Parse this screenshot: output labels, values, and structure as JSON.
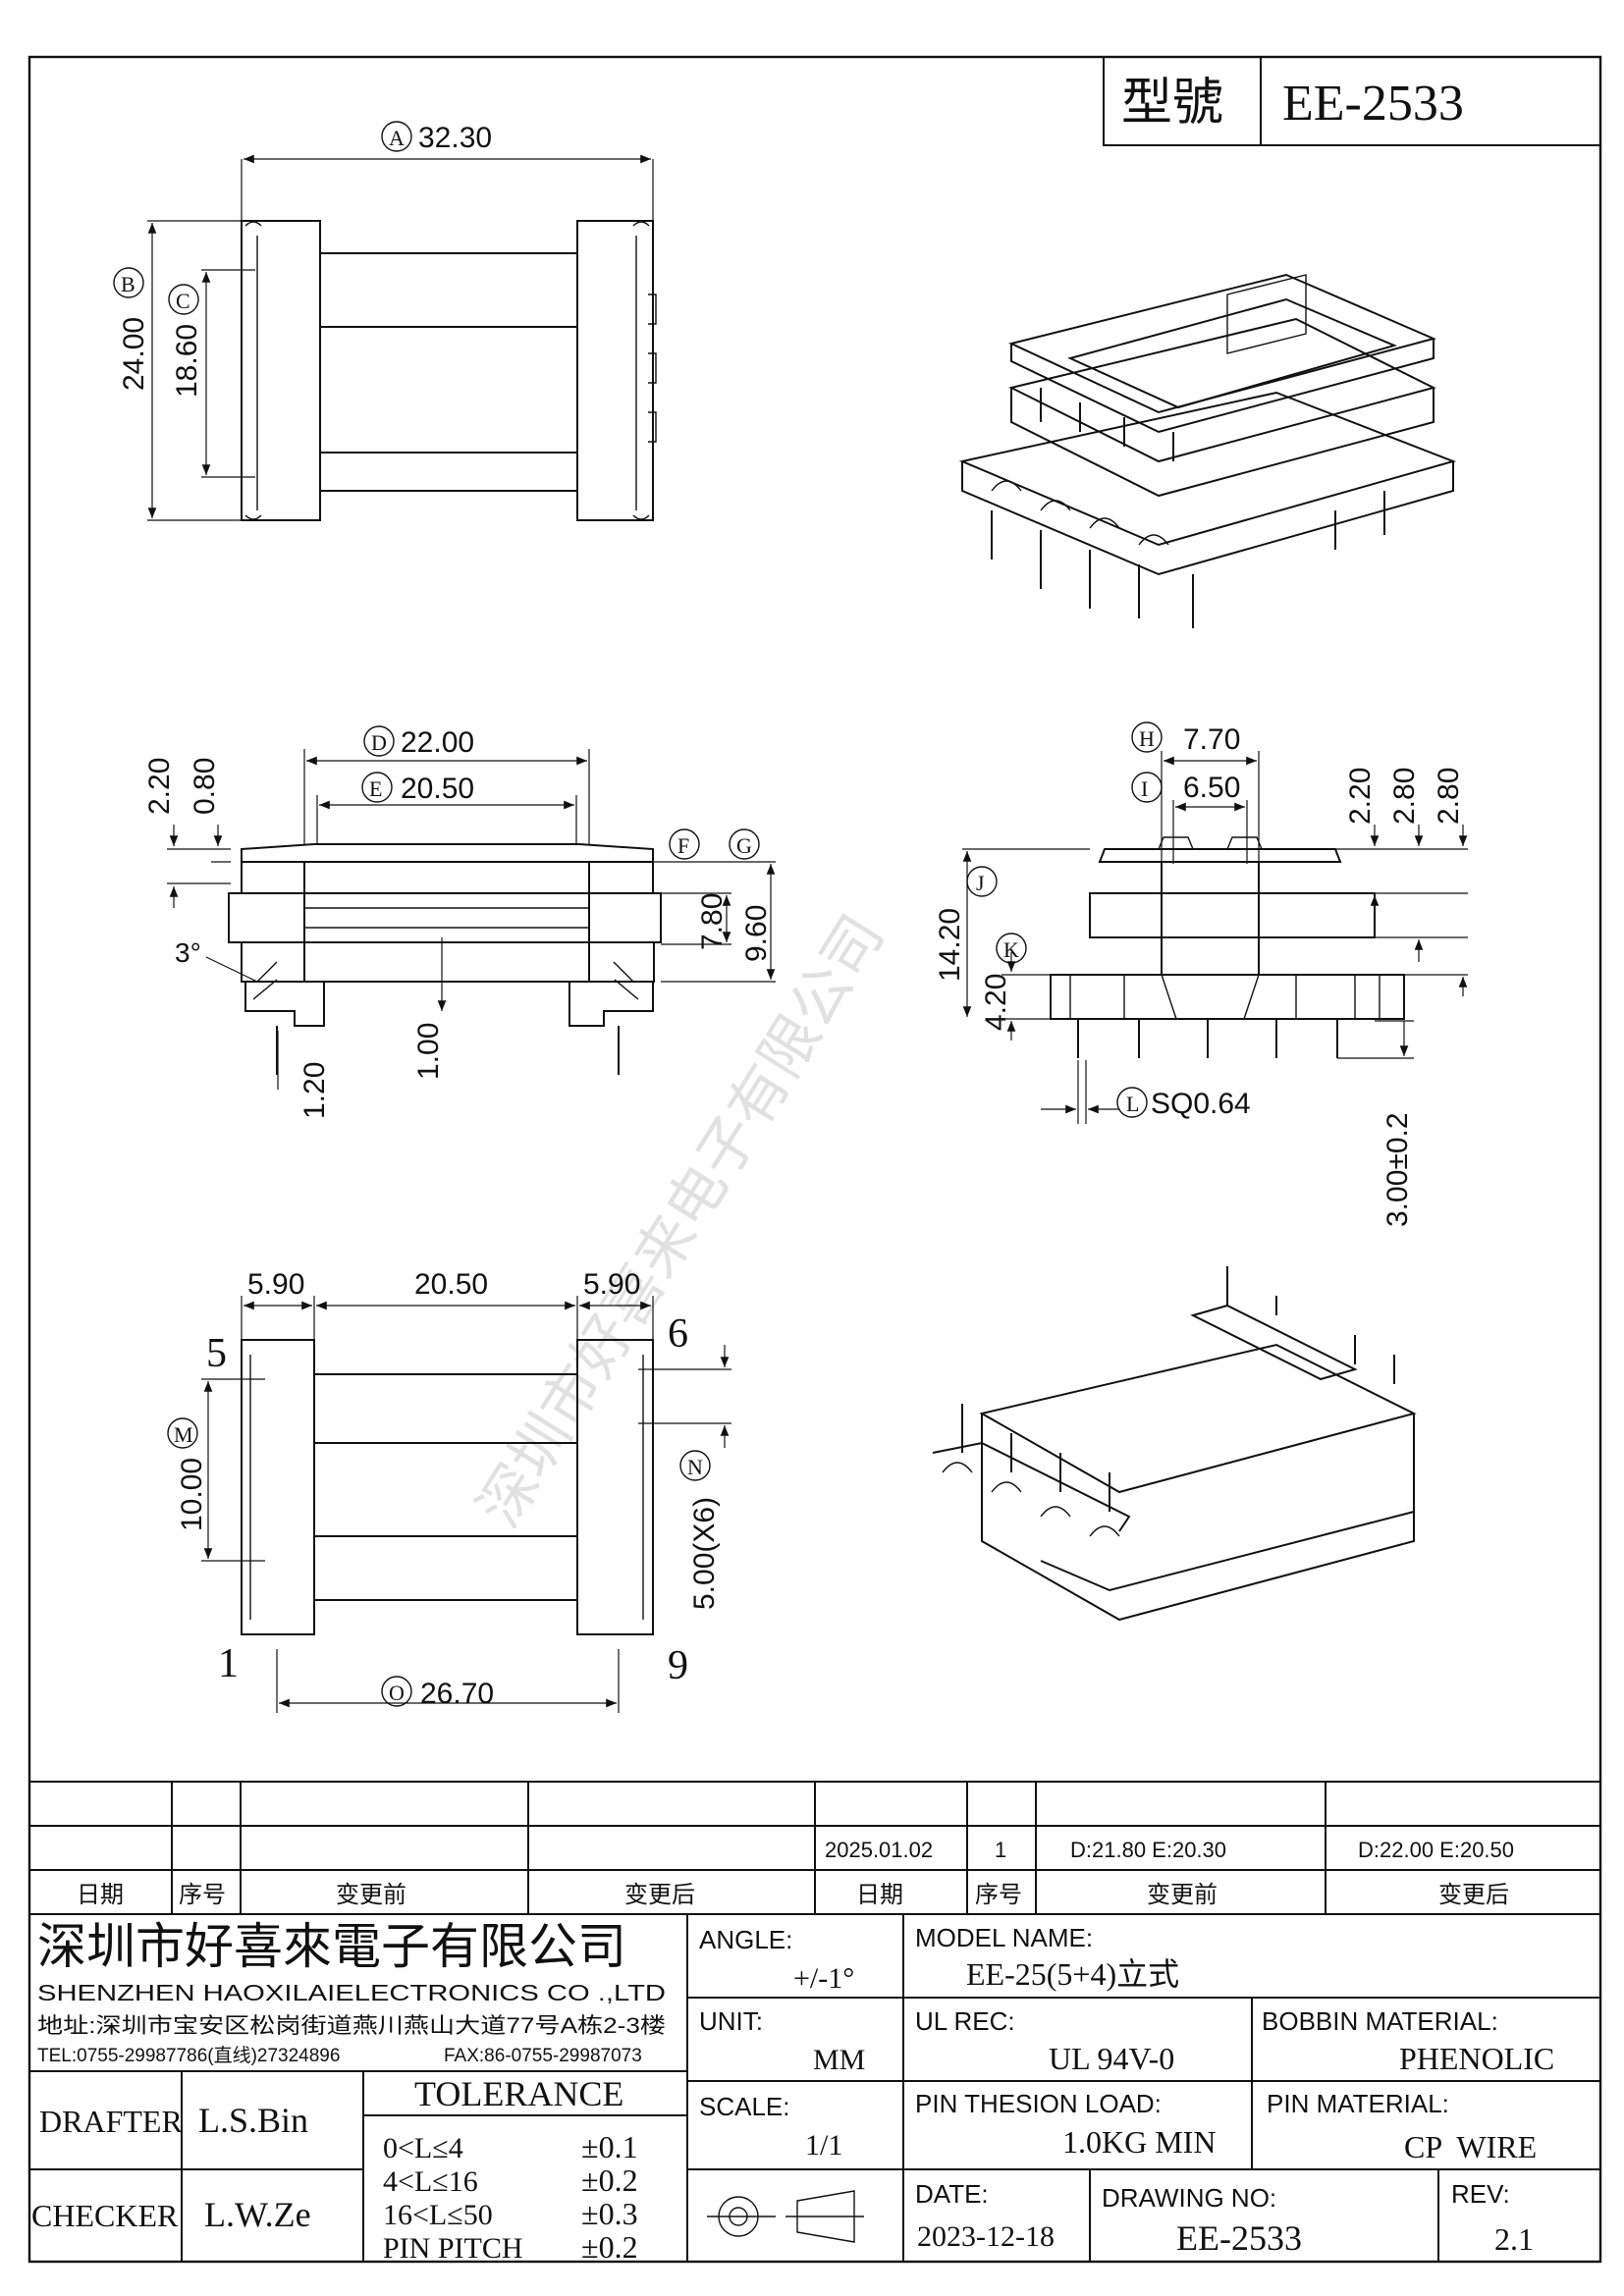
{
  "header": {
    "model_label": "型號",
    "model_value": "EE-2533"
  },
  "dims": {
    "A": "32.30",
    "B": "24.00",
    "C": "18.60",
    "D": "22.00",
    "E": "20.50",
    "d220": "2.20",
    "d080": "0.80",
    "G": "9.60",
    "F": "7.80",
    "angle": "3°",
    "d120": "1.20",
    "d100": "1.00",
    "H": "7.70",
    "I": "6.50",
    "d220b": "2.20",
    "d280a": "2.80",
    "d280b": "2.80",
    "J": "14.20",
    "K": "4.20",
    "L": "SQ0.64",
    "pinlen": "3.00±0.2",
    "left590": "5.90",
    "mid2050": "20.50",
    "right590": "5.90",
    "M": "10.00",
    "N": "5.00(X6)",
    "O": "26.70"
  },
  "circle_letters": {
    "A": "A",
    "B": "B",
    "C": "C",
    "D": "D",
    "E": "E",
    "F": "F",
    "G": "G",
    "H": "H",
    "I": "I",
    "J": "J",
    "K": "K",
    "L": "L",
    "M": "M",
    "N": "N",
    "O": "O"
  },
  "pins": {
    "p5": "5",
    "p6": "6",
    "p1": "1",
    "p9": "9"
  },
  "watermark": "深圳市好喜来电子有限公司",
  "revision_table": {
    "row_date": "2025.01.02",
    "row_seq": "1",
    "row_before": "D:21.80 E:20.30",
    "row_after": "D:22.00 E:20.50",
    "h_date": "日期",
    "h_seq": "序号",
    "h_before": "变更前",
    "h_after": "变更后",
    "h_date2": "日期",
    "h_seq2": "序号",
    "h_before2": "变更前",
    "h_after2": "变更后"
  },
  "company": {
    "name_cn": "深圳市好喜來電子有限公司",
    "name_en": "SHENZHEN HAOXILAIELECTRONICS CO .,LTD",
    "address": "地址:深圳市宝安区松岗街道燕川燕山大道77号A栋2-3楼",
    "tel": "TEL:0755-29987786(直线)27324896",
    "fax": "FAX:86-0755-29987073"
  },
  "title_block": {
    "angle_label": "ANGLE:",
    "angle_value": "+/-1°",
    "unit_label": "UNIT:",
    "unit_value": "MM",
    "scale_label": "SCALE:",
    "scale_value": "1/1",
    "model_label": "MODEL NAME:",
    "model_value": "EE-25(5+4)立式",
    "ul_label": "UL REC:",
    "ul_value": "UL 94V-0",
    "bobbin_label": "BOBBIN MATERIAL:",
    "bobbin_value": "PHENOLIC",
    "pinload_label": "PIN THESION LOAD:",
    "pinload_value": "1.0KG MIN",
    "pinmat_label": "PIN MATERIAL:",
    "pinmat_value": "CP  WIRE",
    "date_label": "DATE:",
    "date_value": "2023-12-18",
    "drawno_label": "DRAWING NO:",
    "drawno_value": "EE-2533",
    "rev_label": "REV:",
    "rev_value": "2.1",
    "drafter_label": "DRAFTER",
    "drafter_value": "L.S.Bin",
    "checker_label": "CHECKER",
    "checker_value": "L.W.Ze",
    "tol_title": "TOLERANCE",
    "tol1_range": "0<L≤4",
    "tol1_val": "±0.1",
    "tol2_range": "4<L≤16",
    "tol2_val": "±0.2",
    "tol3_range": "16<L≤50",
    "tol3_val": "±0.3",
    "tol4_range": "PIN PITCH",
    "tol4_val": "±0.2"
  }
}
